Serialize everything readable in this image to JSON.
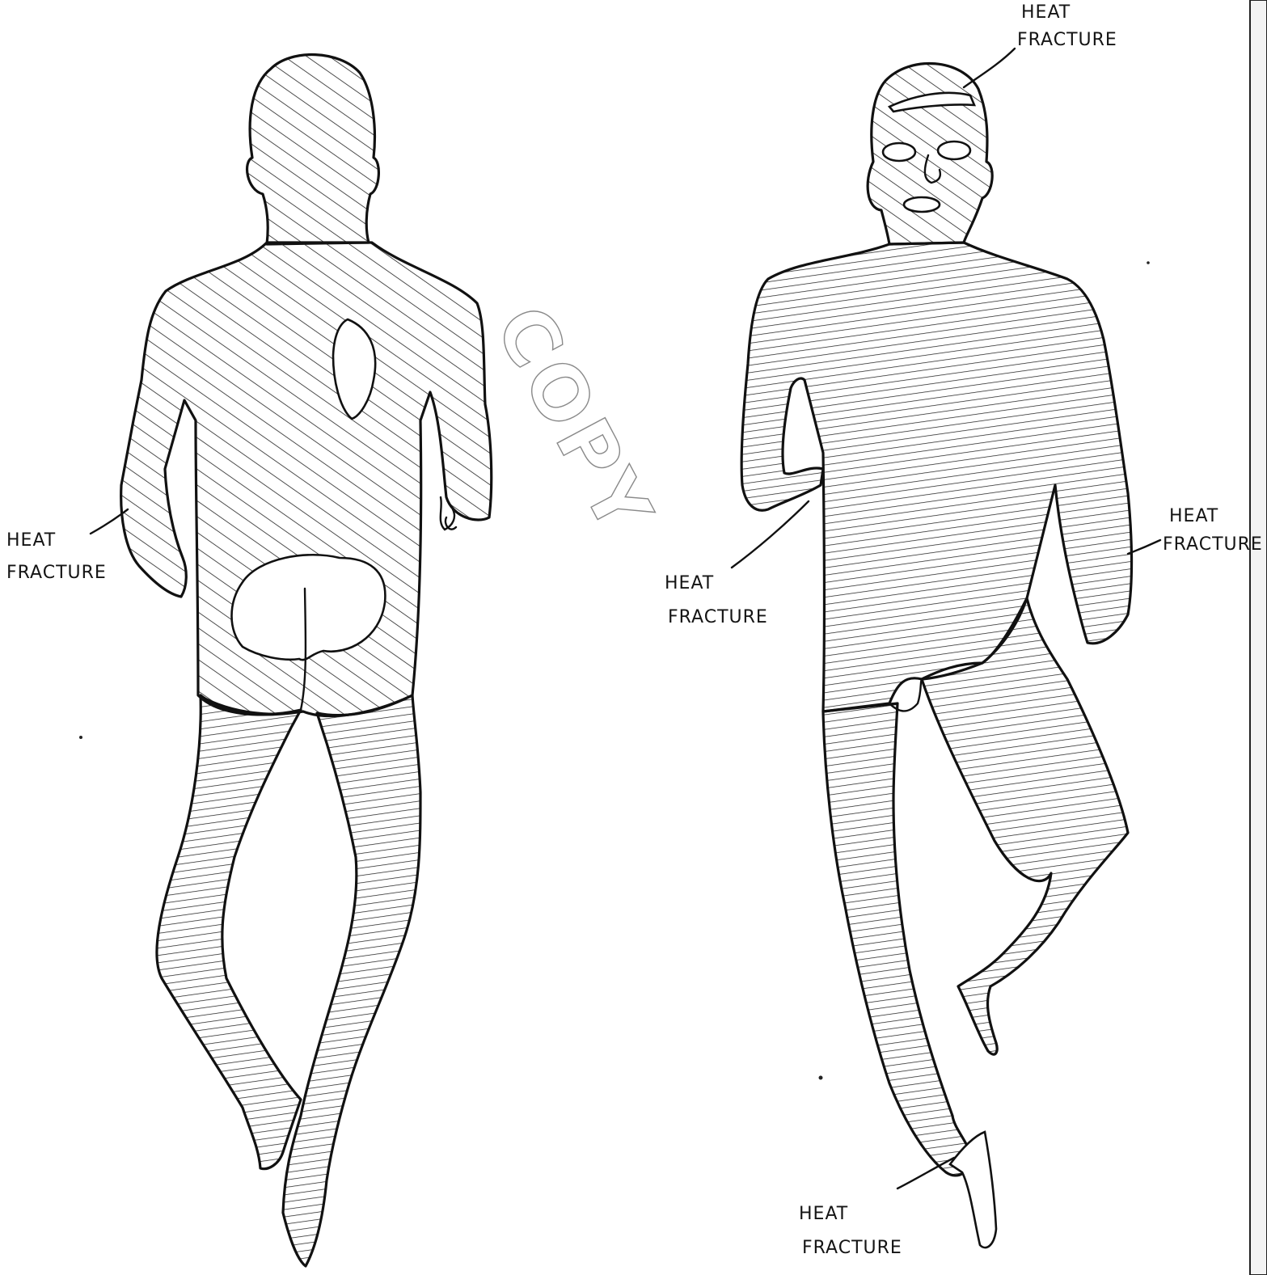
{
  "labels": {
    "back_arm": [
      "HEAT",
      "FRACTURE"
    ],
    "front_head": [
      "HEAT",
      "FRACTURE"
    ],
    "front_left_arm": [
      "HEAT",
      "FRACTURE"
    ],
    "front_right_arm": [
      "HEAT",
      "FRACTURE"
    ],
    "front_foot": [
      "HEAT",
      "FRACTURE"
    ]
  },
  "stamp": {
    "text": "COPY"
  },
  "colors": {
    "ink": "#111111",
    "paper": "#ffffff",
    "stamp": "#8a8a8a"
  }
}
